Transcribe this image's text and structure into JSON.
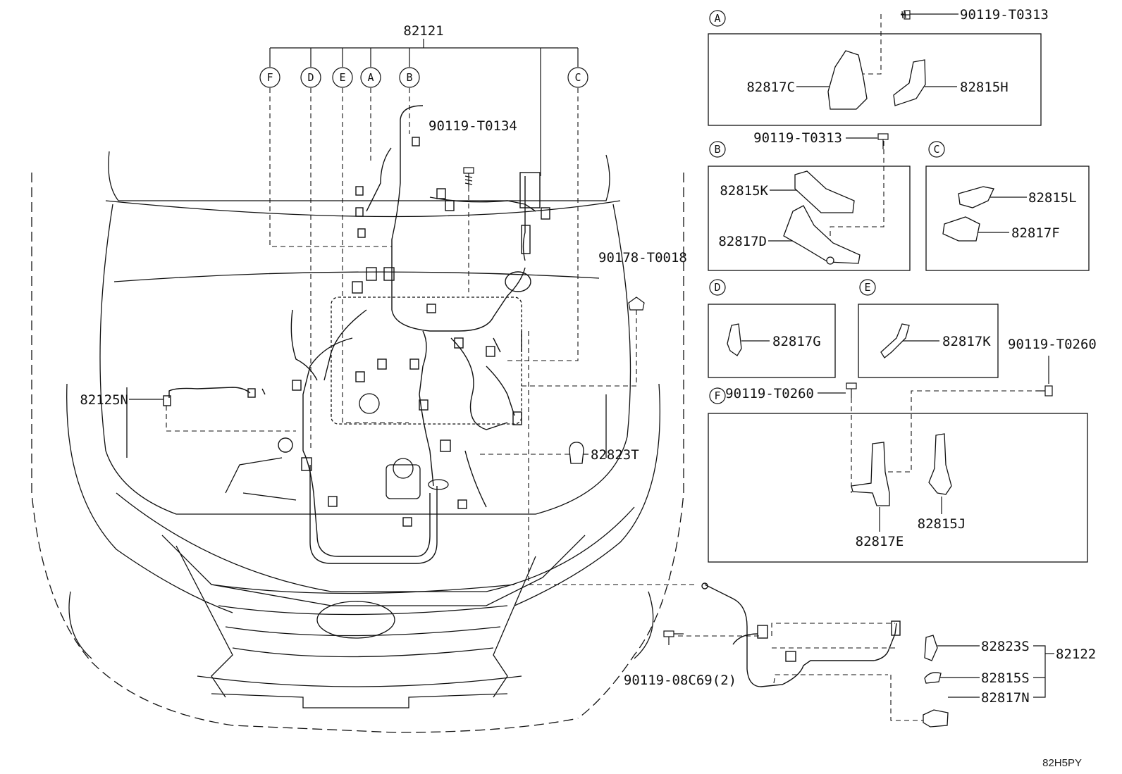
{
  "diagram_code": "82H5PY",
  "callouts": {
    "A": "A",
    "B": "B",
    "C": "C",
    "D": "D",
    "E": "E",
    "F": "F"
  },
  "parts": {
    "p82121": "82121",
    "p90119_T0134": "90119-T0134",
    "p90178_T0018": "90178-T0018",
    "p82125N": "82125N",
    "p82823T": "82823T",
    "p90119_T0313_a": "90119-T0313",
    "p82817C": "82817C",
    "p82815H": "82815H",
    "p90119_T0313_b": "90119-T0313",
    "p82815K": "82815K",
    "p82817D": "82817D",
    "p82815L": "82815L",
    "p82817F": "82817F",
    "p82817G": "82817G",
    "p82817K": "82817K",
    "p90119_T0260_a": "90119-T0260",
    "p90119_T0260_b": "90119-T0260",
    "p82817E": "82817E",
    "p82815J": "82815J",
    "p90119_08C69": "90119-08C69(2)",
    "p82823S": "82823S",
    "p82815S": "82815S",
    "p82817N": "82817N",
    "p82122": "82122"
  }
}
